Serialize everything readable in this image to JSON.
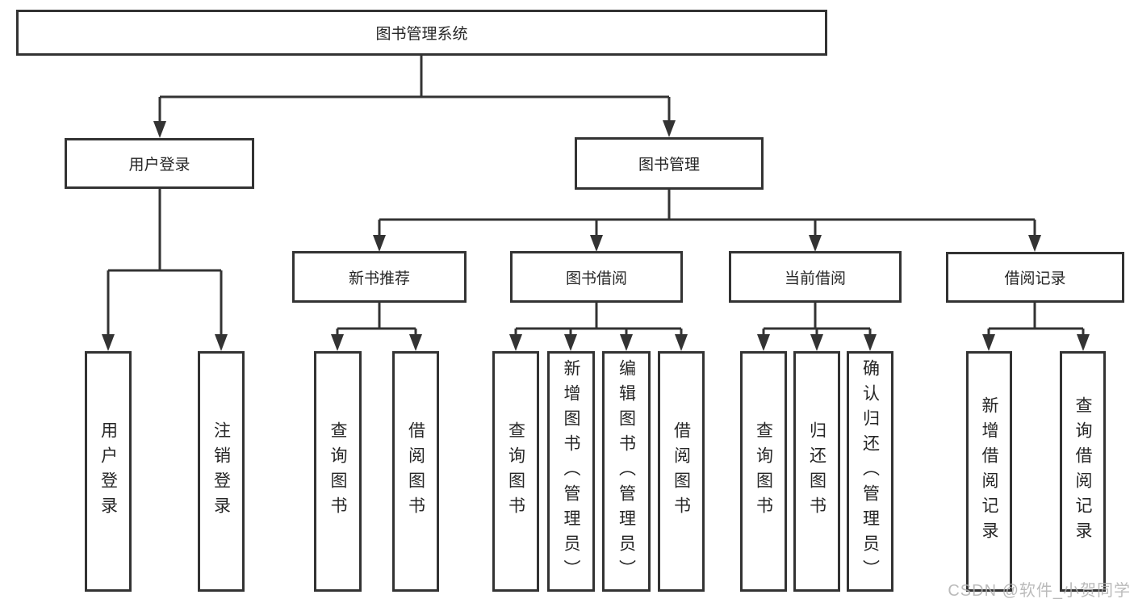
{
  "tree": {
    "root": "图书管理系统",
    "branches": [
      {
        "label": "用户登录",
        "children": [
          "用户登录",
          "注销登录"
        ]
      },
      {
        "label": "图书管理",
        "groups": [
          {
            "label": "新书推荐",
            "children": [
              "查询图书",
              "借阅图书"
            ]
          },
          {
            "label": "图书借阅",
            "children": [
              "查询图书",
              "新增图书（管理员）",
              "编辑图书（管理员）",
              "借阅图书"
            ]
          },
          {
            "label": "当前借阅",
            "children": [
              "查询图书",
              "归还图书",
              "确认归还（管理员）"
            ]
          },
          {
            "label": "借阅记录",
            "children": [
              "新增借阅记录",
              "查询借阅记录"
            ]
          }
        ]
      }
    ]
  },
  "watermark": {
    "text": "CSDN @软件_小贺同学"
  },
  "colors": {
    "line": "#333333",
    "box_border": "#333333",
    "box_fill": "#ffffff",
    "text": "#262626",
    "watermark": "#afafaf"
  }
}
